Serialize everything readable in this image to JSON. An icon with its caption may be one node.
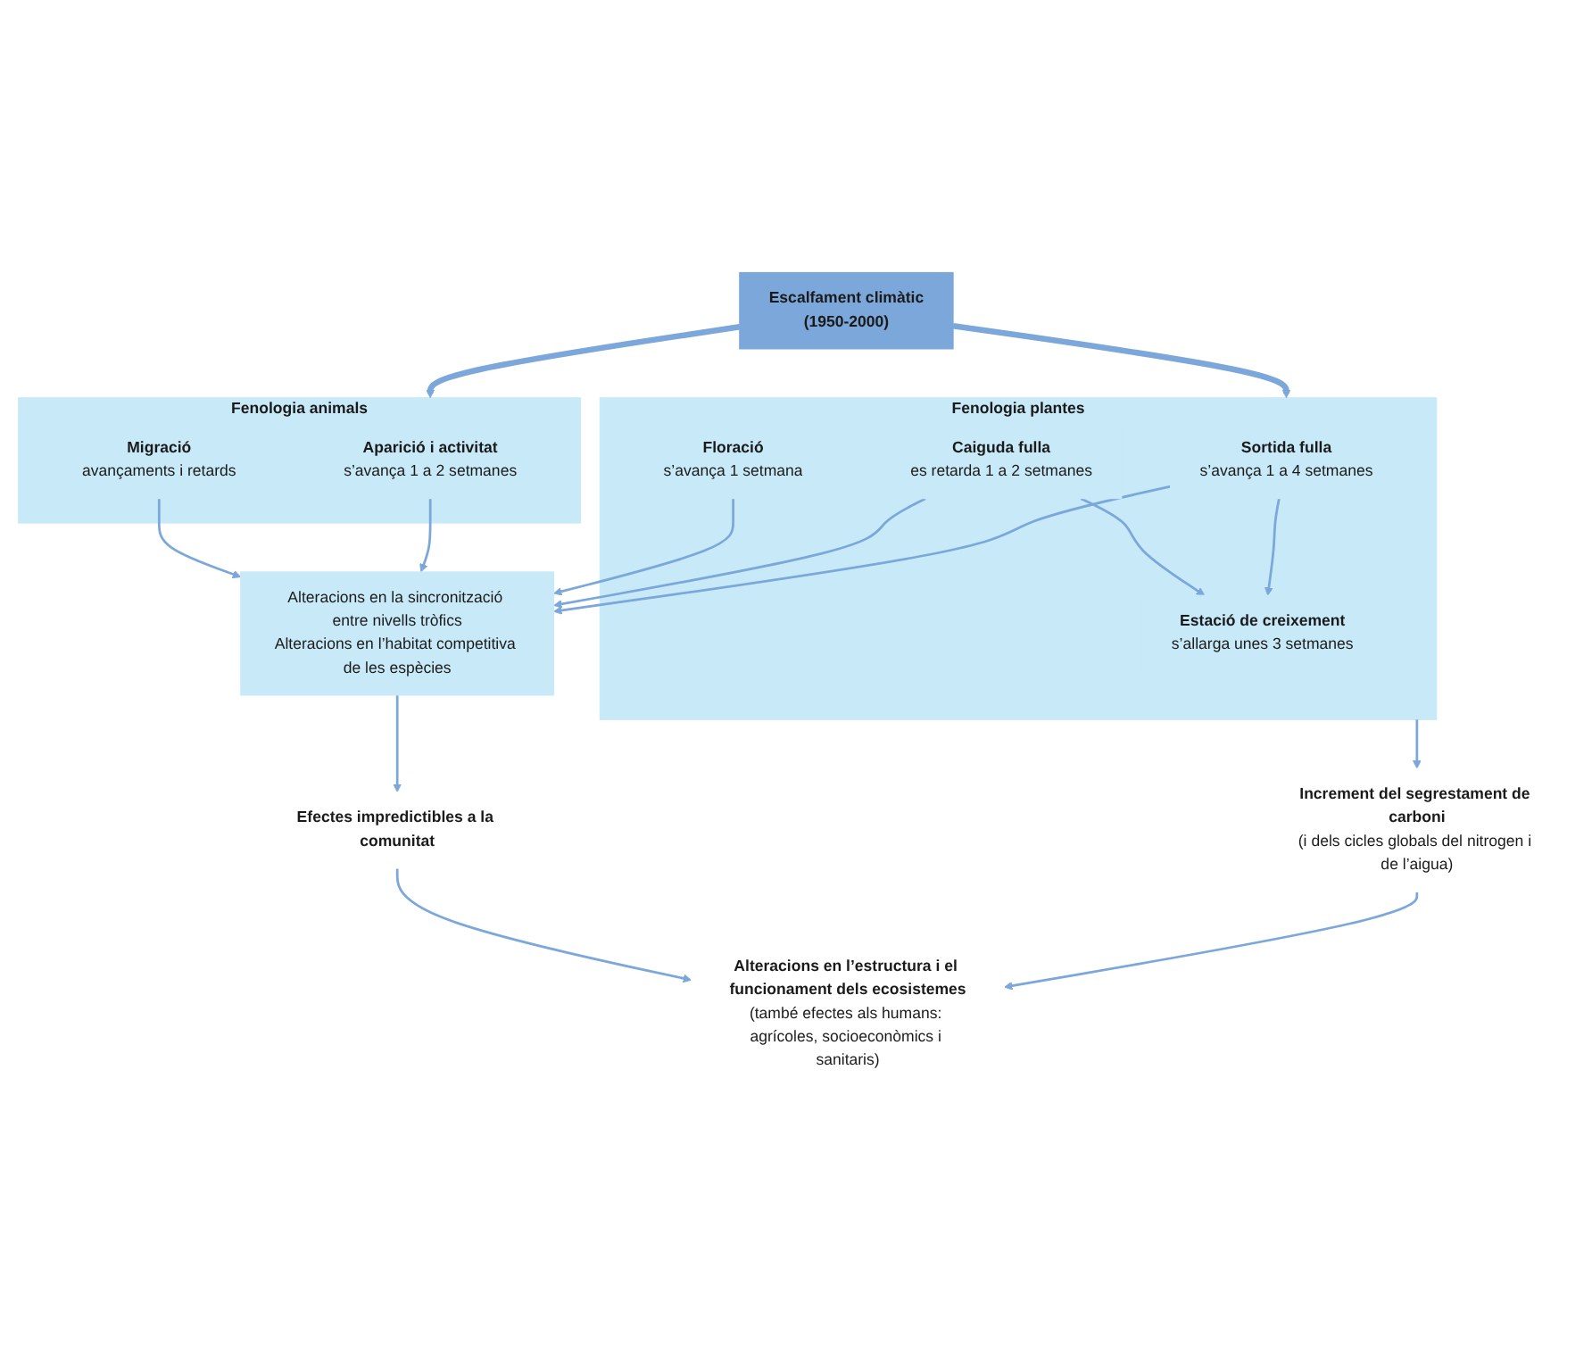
{
  "diagram": {
    "nodes": [
      {
        "text": [
          "Escalfament climàtic",
          "(1950-2000)"
        ]
      },
      {
        "text": [
          "Fenologia plantes"
        ]
      },
      {
        "text": [
          "Sortida fulla",
          "s’avança 1 a 4 setmanes"
        ],
        "in": 1
      },
      {
        "text": [
          "Caiguda fulla",
          "es retarda 1 a 2 setmanes"
        ],
        "in": 1
      },
      {
        "text": [
          "Floració",
          "s’avança 1 setmana"
        ],
        "in": 1
      },
      {
        "text": [
          "Estació de creixement",
          "s’allarga unes 3 setmanes"
        ],
        "in": 1
      },
      {
        "text": [
          "Fenologia animals"
        ]
      },
      {
        "text": [
          "Aparició i activitat",
          "s’avança 1 a 2 setmanes"
        ],
        "in": 6
      },
      {
        "text": [
          "Migració",
          "avançaments i retards"
        ],
        "in": 6
      },
      {
        "text": [
          "Alteracions en la sincronització entre nivells tròfics",
          "Alteracions en l’habitat competitiva de les espècies"
        ]
      },
      {
        "text": [
          "Increment del segrestament de carboni",
          "(i dels cicles globals del nitrogen i de l’aigua)"
        ]
      },
      {
        "text": [
          "Efectes impredictibles a la comunitat"
        ]
      },
      {
        "text": [
          "Alteracions en l’estructura i el funcionament dels ecosistemes",
          "(també efectes als humans: agrícoles, socioeconòmics i sanitaris)"
        ]
      }
    ],
    "edges": [
      {
        "from": 0,
        "to": 1,
        "arrow": "to",
        "style": "thick"
      },
      {
        "from": 0,
        "to": 6,
        "arrow": "to",
        "style": "thick"
      },
      {
        "from": 2,
        "to": 5,
        "arrow": "to"
      },
      {
        "from": 2,
        "to": 9,
        "arrow": "to"
      },
      {
        "from": 3,
        "to": 5,
        "arrow": "to"
      },
      {
        "from": 3,
        "to": 9,
        "arrow": "to"
      },
      {
        "from": 4,
        "to": 9,
        "arrow": "to"
      },
      {
        "from": 7,
        "to": 9,
        "arrow": "to"
      },
      {
        "from": 8,
        "to": 9,
        "arrow": "to"
      },
      {
        "from": 1,
        "to": 10,
        "arrow": "to"
      },
      {
        "from": 9,
        "to": 11,
        "arrow": "to"
      },
      {
        "from": 10,
        "to": 12,
        "arrow": "to"
      },
      {
        "from": 11,
        "to": 12,
        "arrow": "to"
      }
    ]
  }
}
